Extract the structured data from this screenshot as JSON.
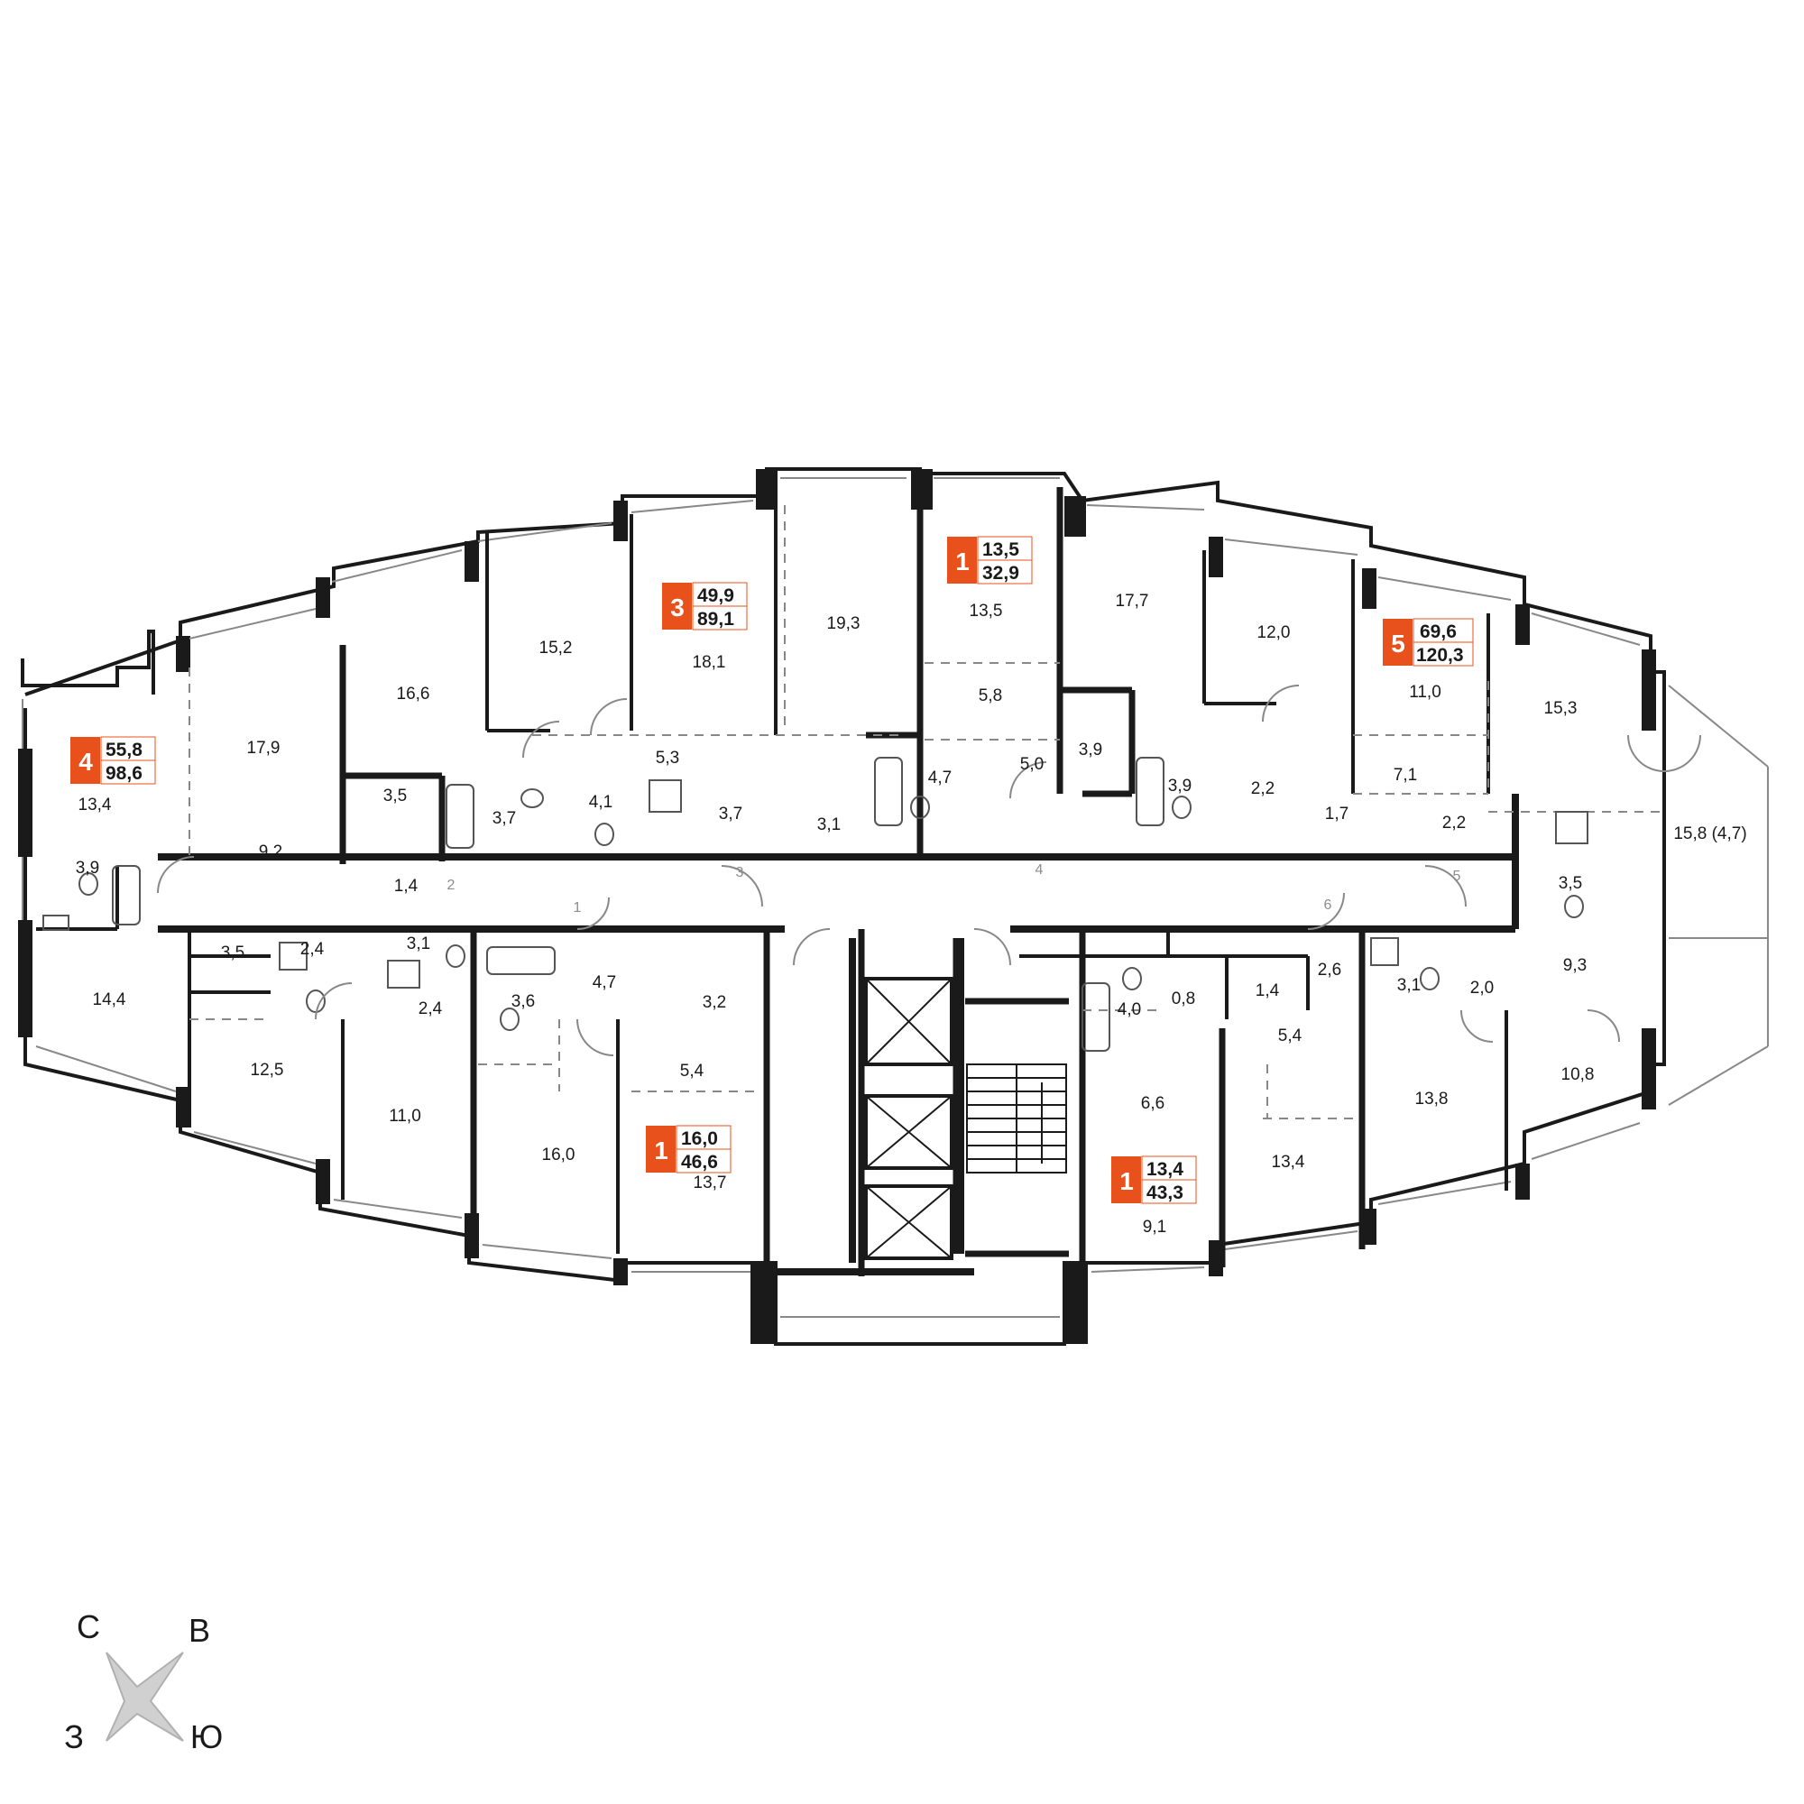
{
  "accent_color": "#e8501c",
  "apartments": [
    {
      "rooms": "4",
      "living": "55,8",
      "total": "98,6"
    },
    {
      "rooms": "3",
      "living": "49,9",
      "total": "89,1"
    },
    {
      "rooms": "1",
      "living": "13,5",
      "total": "32,9"
    },
    {
      "rooms": "5",
      "living": "69,6",
      "total": "120,3"
    },
    {
      "rooms": "1",
      "living": "16,0",
      "total": "46,6"
    },
    {
      "rooms": "1",
      "living": "13,4",
      "total": "43,3"
    }
  ],
  "rooms": [
    "13,4",
    "17,9",
    "16,6",
    "15,2",
    "18,1",
    "19,3",
    "13,5",
    "17,7",
    "12,0",
    "11,0",
    "15,3",
    "15,8 (4,7)",
    "3,9",
    "14,4",
    "12,5",
    "11,0",
    "16,0",
    "13,7",
    "13,4",
    "13,8",
    "10,8",
    "9,1",
    "9,2",
    "1,4",
    "3,5",
    "3,7",
    "4,1",
    "5,3",
    "3,7",
    "3,1",
    "5,8",
    "4,7",
    "5,0",
    "3,9",
    "3,9",
    "2,2",
    "7,1",
    "1,7",
    "2,2",
    "3,5",
    "9,3",
    "2,0",
    "3,1",
    "2,6",
    "1,4",
    "5,4",
    "0,8",
    "4,0",
    "6,6",
    "3,5",
    "2,4",
    "3,1",
    "2,4",
    "3,6",
    "4,7",
    "3,2",
    "5,4"
  ],
  "doors": [
    "1",
    "2",
    "3",
    "4",
    "5",
    "6"
  ],
  "compass": {
    "north": "С",
    "east": "В",
    "west": "З",
    "south": "Ю"
  }
}
